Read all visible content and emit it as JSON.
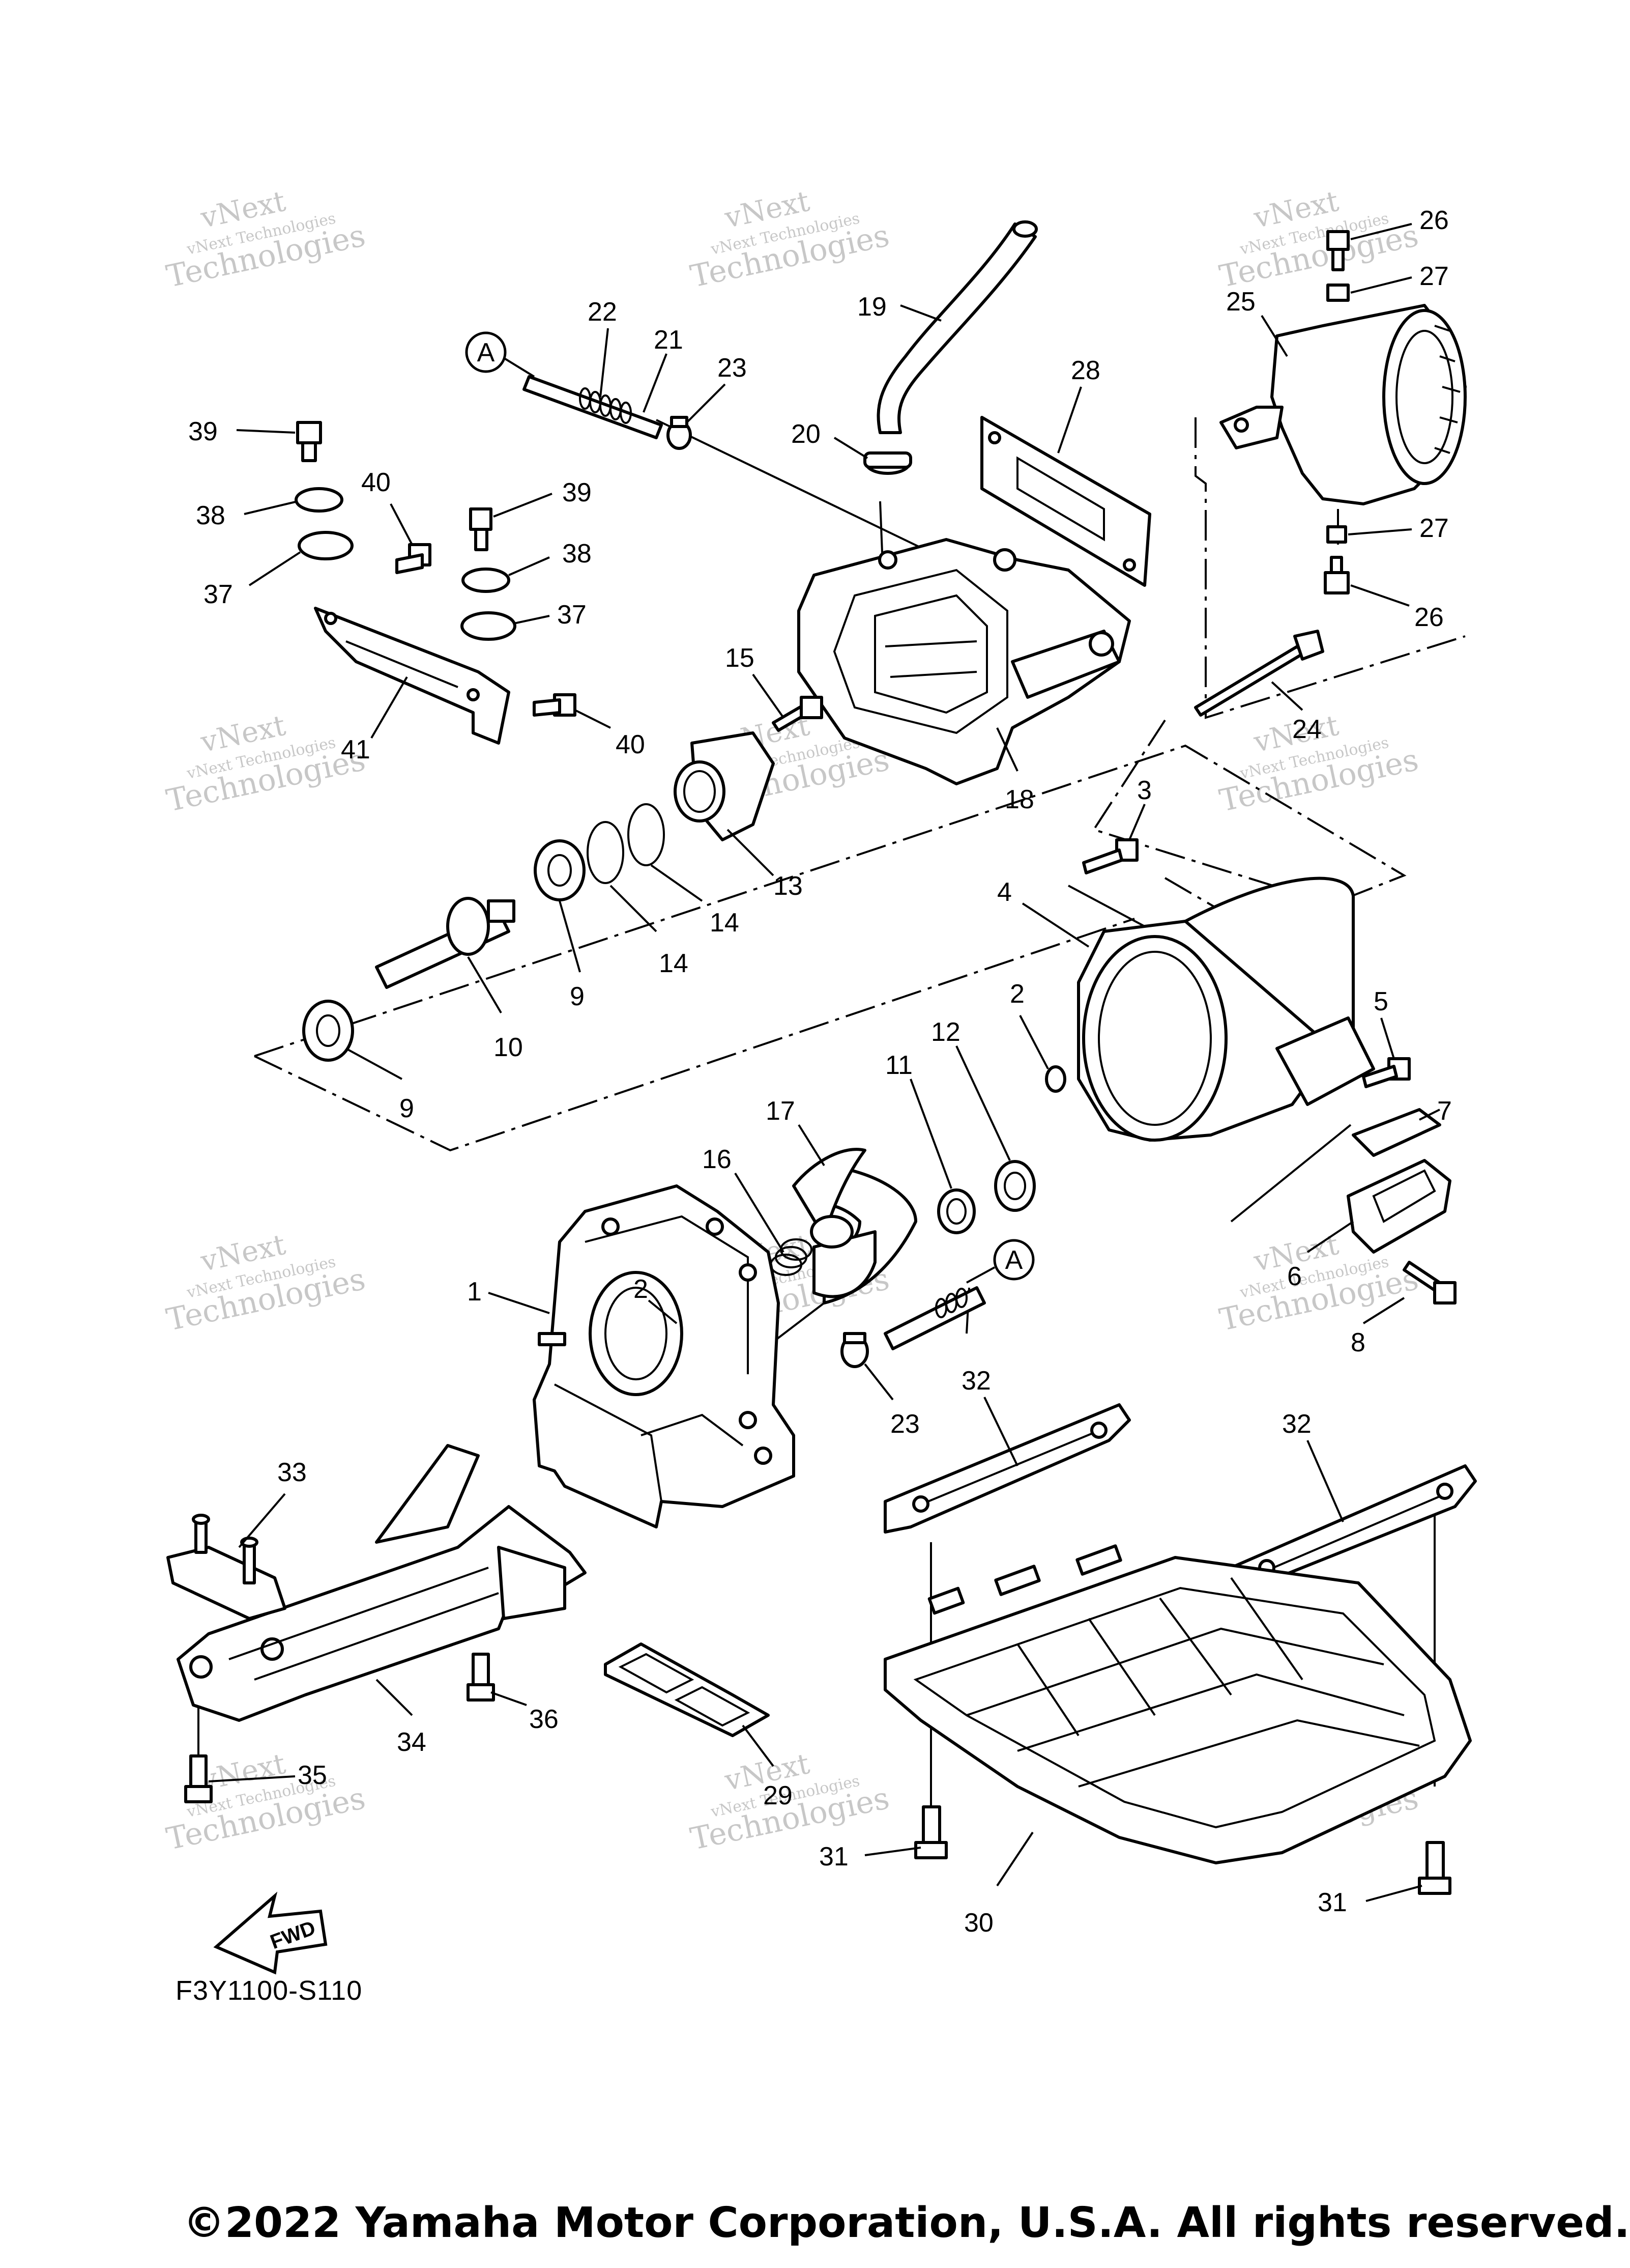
{
  "diagram_code": "F3Y1100-S110",
  "copyright": "©2022 Yamaha Motor Corporation, U.S.A. All rights reserved.",
  "watermark": {
    "line1": "vNext Technologies",
    "line2": "Technologies",
    "line3": "vNext"
  },
  "fwd_label": "FWD",
  "ref_marker": "A",
  "part_numbers": [
    "1",
    "2",
    "3",
    "4",
    "5",
    "6",
    "7",
    "8",
    "9",
    "10",
    "11",
    "12",
    "13",
    "14",
    "15",
    "16",
    "17",
    "18",
    "19",
    "20",
    "21",
    "22",
    "23",
    "24",
    "25",
    "26",
    "27",
    "28",
    "29",
    "30",
    "31",
    "32",
    "33",
    "34",
    "35",
    "36",
    "37",
    "38",
    "39",
    "40",
    "41"
  ]
}
